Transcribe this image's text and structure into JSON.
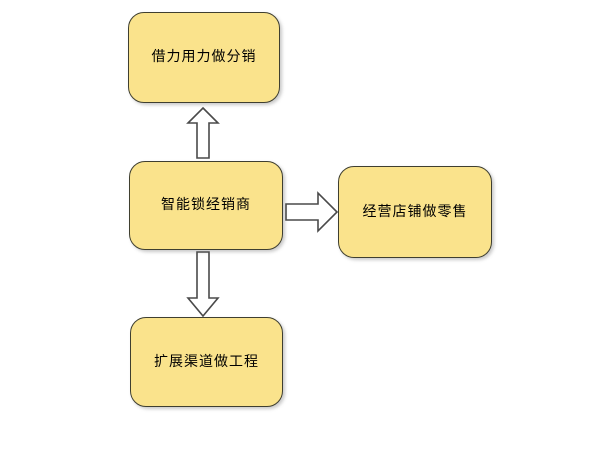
{
  "diagram": {
    "type": "flowchart",
    "nodes": {
      "top": {
        "label": "借力用力做分销"
      },
      "center": {
        "label": "智能锁经销商"
      },
      "right": {
        "label": "经营店铺做零售"
      },
      "bottom": {
        "label": "扩展渠道做工程"
      }
    },
    "connections": [
      {
        "from": "center",
        "to": "top",
        "direction": "up",
        "style": "block-arrow"
      },
      {
        "from": "center",
        "to": "right",
        "direction": "right",
        "style": "block-arrow"
      },
      {
        "from": "center",
        "to": "bottom",
        "direction": "down",
        "style": "block-arrow"
      }
    ],
    "colors": {
      "background": "#FFFFFF",
      "node_fill": "#FAE38C",
      "node_border": "#3F3F30",
      "node_text": "#000000",
      "arrow_fill": "#FFFFFF",
      "arrow_stroke": "#4A4A4A"
    }
  }
}
